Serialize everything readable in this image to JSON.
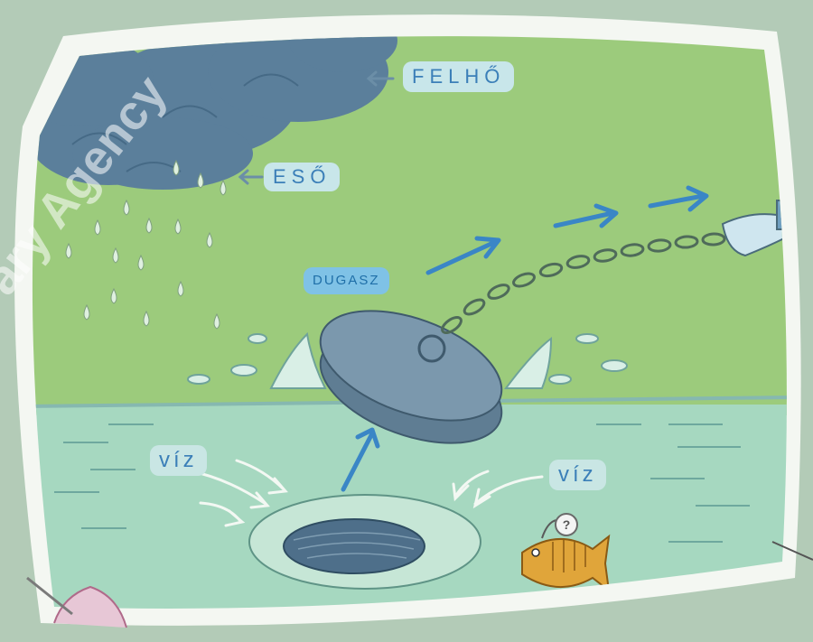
{
  "labels": {
    "felho": "FELHŐ",
    "eso": "ESŐ",
    "dugasz": "DUGASZ",
    "viz_left": "víz",
    "viz_right": "víz",
    "question": "?"
  },
  "watermark": "ary Agency",
  "colors": {
    "background": "#b3cbb7",
    "frame": "#f4f7f2",
    "sky": "#9ccb7c",
    "water": "#a6d8c0",
    "cloud": "#5b7f9b",
    "plug": "#7b98ad",
    "arrow": "#3a86c6",
    "fish": "#e0a53a"
  }
}
